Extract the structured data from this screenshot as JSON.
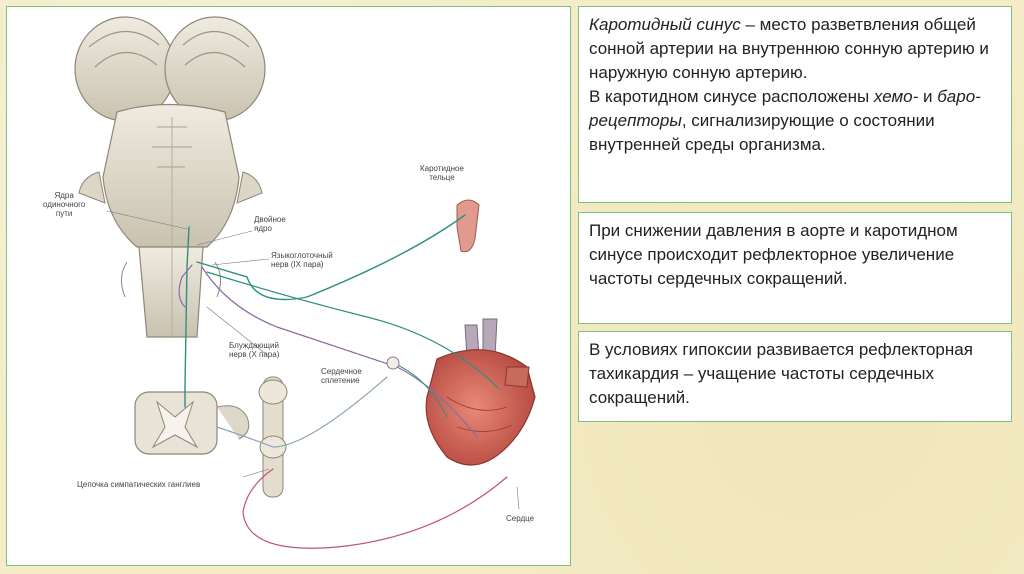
{
  "diagram": {
    "labels": {
      "nucleus_solitary": "Ядра\nодиночного\nпути",
      "double_nucleus": "Двойное\nядро",
      "glossopharyngeal": "Языкоглоточный\nнерв (IX пара)",
      "carotid_body": "Каротидное\nтельце",
      "vagus": "Блуждающий\nнерв (X пара)",
      "cardiac_plexus": "Сердечное\nсплетение",
      "sympathetic_chain": "Цепочка симпатических ганглиев",
      "heart": "Сердце"
    },
    "colors": {
      "nerve_green": "#2e8f80",
      "nerve_purple": "#8a6aa6",
      "nerve_pink": "#c2507a",
      "tissue": "#d9d3c3",
      "heart": "#c8574c"
    }
  },
  "text": {
    "box1": {
      "term": "Каротидный синус",
      "definition": " – место разветвления общей сонной артерии на внутреннюю сонную артерию и наружную сонную артерию.",
      "line2_a": "В каротидном синусе расположены ",
      "line2_b": "хемо-",
      "line2_c": " и ",
      "line2_d": "баро- рецепторы",
      "line2_e": ", сигнализирующие о состоянии внутренней среды организма."
    },
    "box2": "При снижении давления в аорте и каротидном синусе происходит рефлекторное увеличение частоты сердечных сокращений.",
    "box3": "В условиях гипоксии развивается рефлекторная тахикардия – учащение частоты сердечных сокращений."
  }
}
